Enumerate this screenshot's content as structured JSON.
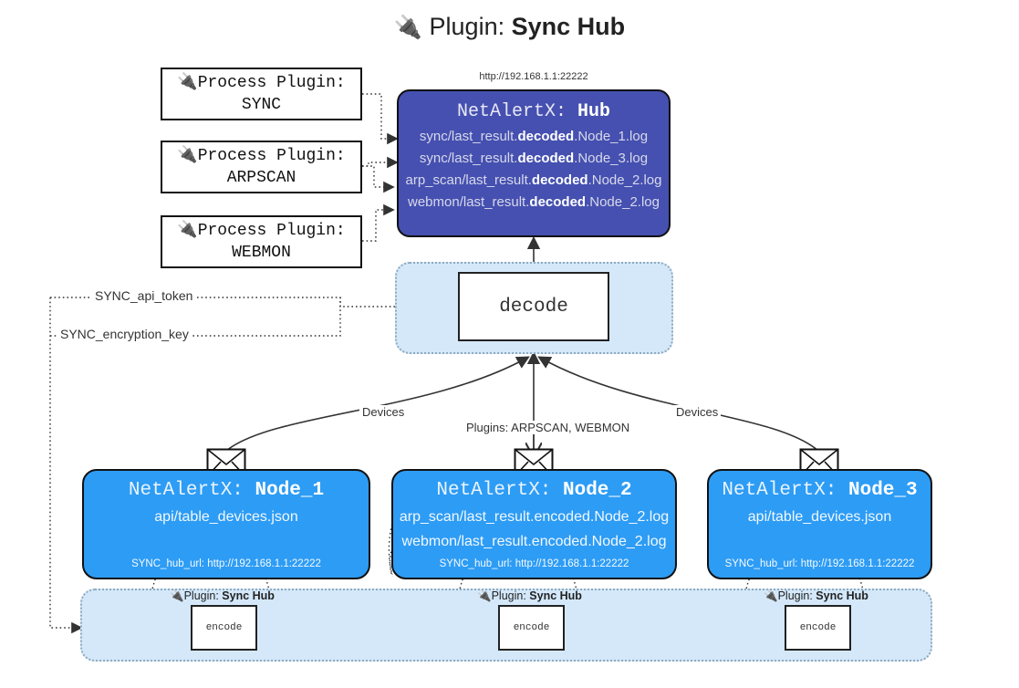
{
  "title": {
    "icon": "plug-icon",
    "prefix": "Plugin: ",
    "name": "Sync Hub"
  },
  "hub": {
    "url_label": "http://192.168.1.1:22222",
    "title_prefix": "NetAlertX: ",
    "title_name": "Hub",
    "loglines": [
      {
        "pre": "sync/last_result.",
        "mid": "decoded",
        "post": ".Node_1.log"
      },
      {
        "pre": "sync/last_result.",
        "mid": "decoded",
        "post": ".Node_3.log"
      },
      {
        "pre": "arp_scan/last_result.",
        "mid": "decoded",
        "post": ".Node_2.log"
      },
      {
        "pre": "webmon/last_result.",
        "mid": "decoded",
        "post": ".Node_2.log"
      }
    ]
  },
  "process_plugins": [
    {
      "icon": "plug-icon",
      "line1": "Process Plugin:",
      "line2": "SYNC"
    },
    {
      "icon": "plug-icon",
      "line1": "Process Plugin:",
      "line2": "ARPSCAN"
    },
    {
      "icon": "plug-icon",
      "line1": "Process Plugin:",
      "line2": "WEBMON"
    }
  ],
  "decode": {
    "label": "decode"
  },
  "tokens": [
    {
      "label": "SYNC_api_token"
    },
    {
      "label": "SYNC_encryption_key"
    }
  ],
  "edge_labels": {
    "left_devices": "Devices",
    "right_devices": "Devices",
    "center_plugins": "Plugins: ARPSCAN, WEBMON"
  },
  "nodes": [
    {
      "icon": "envelope-icon",
      "title_prefix": "NetAlertX: ",
      "title_name": "Node_1",
      "lines": [
        "api/table_devices.json"
      ],
      "url": "SYNC_hub_url: http://192.168.1.1:22222"
    },
    {
      "icon": "envelope-icon",
      "title_prefix": "NetAlertX: ",
      "title_name": "Node_2",
      "lines": [
        "arp_scan/last_result.encoded.Node_2.log",
        "webmon/last_result.encoded.Node_2.log"
      ],
      "url": "SYNC_hub_url: http://192.168.1.1:22222"
    },
    {
      "icon": "envelope-icon",
      "title_prefix": "NetAlertX: ",
      "title_name": "Node_3",
      "lines": [
        "api/table_devices.json"
      ],
      "url": "SYNC_hub_url: http://192.168.1.1:22222"
    }
  ],
  "encode_band": {
    "items": [
      {
        "icon": "plug-icon",
        "prefix": "Plugin: ",
        "name": "Sync Hub",
        "box_label": "encode"
      },
      {
        "icon": "plug-icon",
        "prefix": "Plugin: ",
        "name": "Sync Hub",
        "box_label": "encode"
      },
      {
        "icon": "plug-icon",
        "prefix": "Plugin: ",
        "name": "Sync Hub",
        "box_label": "encode"
      }
    ]
  },
  "colors": {
    "hub_fill": "#4550b0",
    "node_fill": "#2d9cf5",
    "band_fill": "#d4e8fa",
    "band_border": "#8fa9bd",
    "stroke": "#333333"
  }
}
